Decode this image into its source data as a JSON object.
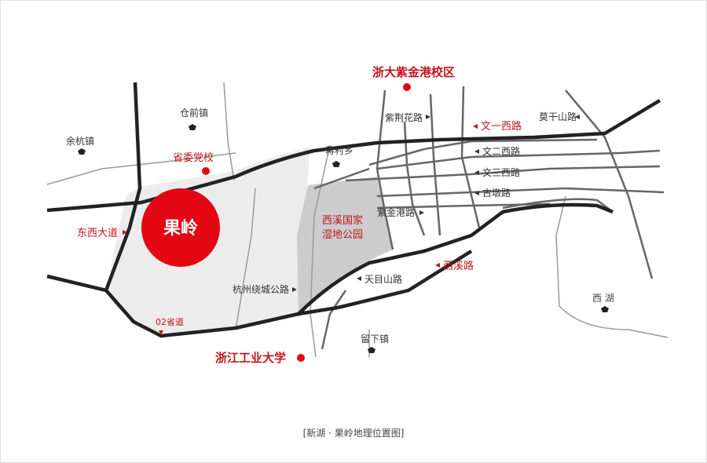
{
  "map": {
    "logo": {
      "text": "果岭",
      "color": "#e30613"
    },
    "places": {
      "zijingang": "浙大紫金港校区",
      "party_school": "省委党校",
      "zjut": "浙江工业大学",
      "xixi_line1": "西溪国家",
      "xixi_line2": "湿地公园",
      "cangqian": "仓前镇",
      "yuhang": "余杭镇",
      "jiangcun": "蒋村乡",
      "liuxia": "留下镇",
      "west_lake": "西 湖"
    },
    "roads": {
      "dongxi": "东西大道",
      "zijinghua": "紫荆花路",
      "wenyi": "文一西路",
      "moganshan": "莫干山路",
      "wener": "文二西路",
      "wensan": "文三西路",
      "gudun": "古墩路",
      "zijingang_rd": "紫金港路",
      "xixi_rd": "西溪路",
      "tianmushan": "天目山路",
      "ring": "杭州绕城公路",
      "prov02": "02省道"
    },
    "caption": "[新湖 · 果岭地理位置图]",
    "colors": {
      "red": "#c0161c",
      "road": "#222222",
      "minor_road": "#888888"
    }
  }
}
